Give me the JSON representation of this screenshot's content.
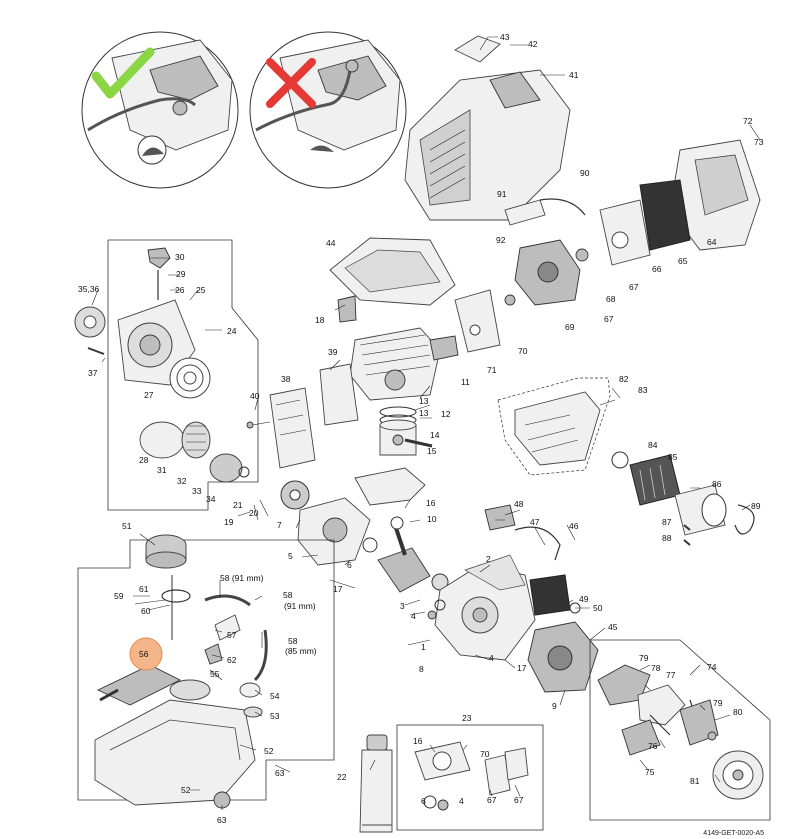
{
  "doc_code": "4149-GET-0020-A5",
  "callouts": [
    {
      "id": "c42",
      "text": "42"
    },
    {
      "id": "c43",
      "text": "43"
    },
    {
      "id": "c41",
      "text": "41"
    },
    {
      "id": "c72",
      "text": "72"
    },
    {
      "id": "c73",
      "text": "73"
    },
    {
      "id": "c90",
      "text": "90"
    },
    {
      "id": "c91",
      "text": "91"
    },
    {
      "id": "c92",
      "text": "92"
    },
    {
      "id": "c64",
      "text": "64"
    },
    {
      "id": "c65",
      "text": "65"
    },
    {
      "id": "c66",
      "text": "66"
    },
    {
      "id": "c67a",
      "text": "67"
    },
    {
      "id": "c68",
      "text": "68"
    },
    {
      "id": "c67b",
      "text": "67"
    },
    {
      "id": "c69",
      "text": "69"
    },
    {
      "id": "c70",
      "text": "70"
    },
    {
      "id": "c71",
      "text": "71"
    },
    {
      "id": "c44",
      "text": "44"
    },
    {
      "id": "c18",
      "text": "18"
    },
    {
      "id": "c30",
      "text": "30"
    },
    {
      "id": "c29",
      "text": "29"
    },
    {
      "id": "c26",
      "text": "26"
    },
    {
      "id": "c25",
      "text": "25"
    },
    {
      "id": "c35",
      "text": "35,36"
    },
    {
      "id": "c24",
      "text": "24"
    },
    {
      "id": "c37",
      "text": "37"
    },
    {
      "id": "c27",
      "text": "27"
    },
    {
      "id": "c28",
      "text": "28"
    },
    {
      "id": "c31",
      "text": "31"
    },
    {
      "id": "c32",
      "text": "32"
    },
    {
      "id": "c33",
      "text": "33"
    },
    {
      "id": "c34",
      "text": "34"
    },
    {
      "id": "c39",
      "text": "39"
    },
    {
      "id": "c38",
      "text": "38"
    },
    {
      "id": "c40",
      "text": "40"
    },
    {
      "id": "c11",
      "text": "11"
    },
    {
      "id": "c13a",
      "text": "13"
    },
    {
      "id": "c13b",
      "text": "13"
    },
    {
      "id": "c12",
      "text": "12"
    },
    {
      "id": "c14",
      "text": "14"
    },
    {
      "id": "c15",
      "text": "15"
    },
    {
      "id": "c82",
      "text": "82"
    },
    {
      "id": "c83",
      "text": "83"
    },
    {
      "id": "c84",
      "text": "84"
    },
    {
      "id": "c85",
      "text": "85"
    },
    {
      "id": "c86",
      "text": "86"
    },
    {
      "id": "c89",
      "text": "89"
    },
    {
      "id": "c87",
      "text": "87"
    },
    {
      "id": "c88",
      "text": "88"
    },
    {
      "id": "c21",
      "text": "21"
    },
    {
      "id": "c20",
      "text": "20"
    },
    {
      "id": "c19",
      "text": "19"
    },
    {
      "id": "c7",
      "text": "7"
    },
    {
      "id": "c16",
      "text": "16"
    },
    {
      "id": "c10",
      "text": "10"
    },
    {
      "id": "c5",
      "text": "5"
    },
    {
      "id": "c6",
      "text": "6"
    },
    {
      "id": "c17a",
      "text": "17"
    },
    {
      "id": "c48",
      "text": "48"
    },
    {
      "id": "c47",
      "text": "47"
    },
    {
      "id": "c46",
      "text": "46"
    },
    {
      "id": "c2",
      "text": "2"
    },
    {
      "id": "c51",
      "text": "51"
    },
    {
      "id": "c61",
      "text": "61"
    },
    {
      "id": "c59",
      "text": "59"
    },
    {
      "id": "c60",
      "text": "60"
    },
    {
      "id": "c58a",
      "text": "58 (91 mm)"
    },
    {
      "id": "c58b",
      "text": "58"
    },
    {
      "id": "c58b2",
      "text": "(91 mm)"
    },
    {
      "id": "c57",
      "text": "57"
    },
    {
      "id": "c58c",
      "text": "58"
    },
    {
      "id": "c58c2",
      "text": "(85 mm)"
    },
    {
      "id": "c56",
      "text": "56"
    },
    {
      "id": "c62",
      "text": "62"
    },
    {
      "id": "c55",
      "text": "55"
    },
    {
      "id": "c54",
      "text": "54"
    },
    {
      "id": "c53",
      "text": "53"
    },
    {
      "id": "c52a",
      "text": "52"
    },
    {
      "id": "c63a",
      "text": "63"
    },
    {
      "id": "c52b",
      "text": "52"
    },
    {
      "id": "c63b",
      "text": "63"
    },
    {
      "id": "c3",
      "text": "3"
    },
    {
      "id": "c4a",
      "text": "4"
    },
    {
      "id": "c1",
      "text": "1"
    },
    {
      "id": "c8",
      "text": "8"
    },
    {
      "id": "c4b",
      "text": "4"
    },
    {
      "id": "c17b",
      "text": "17"
    },
    {
      "id": "c49",
      "text": "49"
    },
    {
      "id": "c50",
      "text": "50"
    },
    {
      "id": "c45",
      "text": "45"
    },
    {
      "id": "c9",
      "text": "9"
    },
    {
      "id": "c74",
      "text": "74"
    },
    {
      "id": "c79a",
      "text": "79"
    },
    {
      "id": "c78",
      "text": "78"
    },
    {
      "id": "c77",
      "text": "77"
    },
    {
      "id": "c79b",
      "text": "79"
    },
    {
      "id": "c80",
      "text": "80"
    },
    {
      "id": "c76",
      "text": "76"
    },
    {
      "id": "c75",
      "text": "75"
    },
    {
      "id": "c81",
      "text": "81"
    },
    {
      "id": "c22",
      "text": "22"
    },
    {
      "id": "c23",
      "text": "23"
    },
    {
      "id": "c16b",
      "text": "16"
    },
    {
      "id": "c70b",
      "text": "70"
    },
    {
      "id": "c67c",
      "text": "67"
    },
    {
      "id": "c67d",
      "text": "67"
    },
    {
      "id": "c6b",
      "text": "6"
    },
    {
      "id": "c4c",
      "text": "4"
    }
  ],
  "highlight": {
    "text": "56",
    "color": "#f5b58a",
    "border": "#e08a4e"
  },
  "check_color": "#8bd645",
  "cross_color": "#e53935"
}
